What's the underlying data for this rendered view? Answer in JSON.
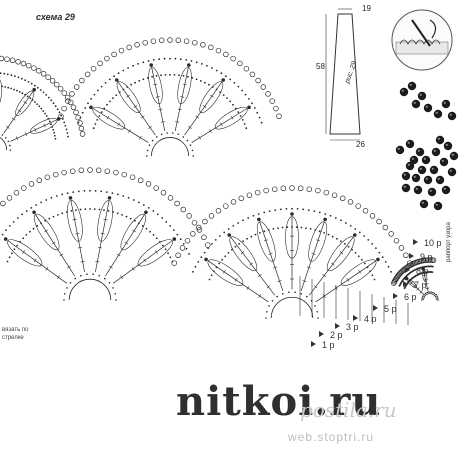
{
  "scheme_label": "схема 29",
  "pattern": {
    "dimensions": {
      "top": "19",
      "side": "58",
      "bottom": "26"
    },
    "figure_label": "рис. 29"
  },
  "row_labels": [
    "10 р",
    "9 р",
    "8 р",
    "7 р",
    "6 р",
    "5 р",
    "4 р",
    "3 р",
    "2 р",
    "1 р"
  ],
  "repeat_label": "раппорт узора",
  "left_note": "вязать по стрелке",
  "brand": "nitkoi.ru",
  "watermark": {
    "main": "postila.ru",
    "sub": "web.stoptri.ru"
  },
  "colors": {
    "ink": "#2a2a2a",
    "bead": "#1c1c1c"
  }
}
